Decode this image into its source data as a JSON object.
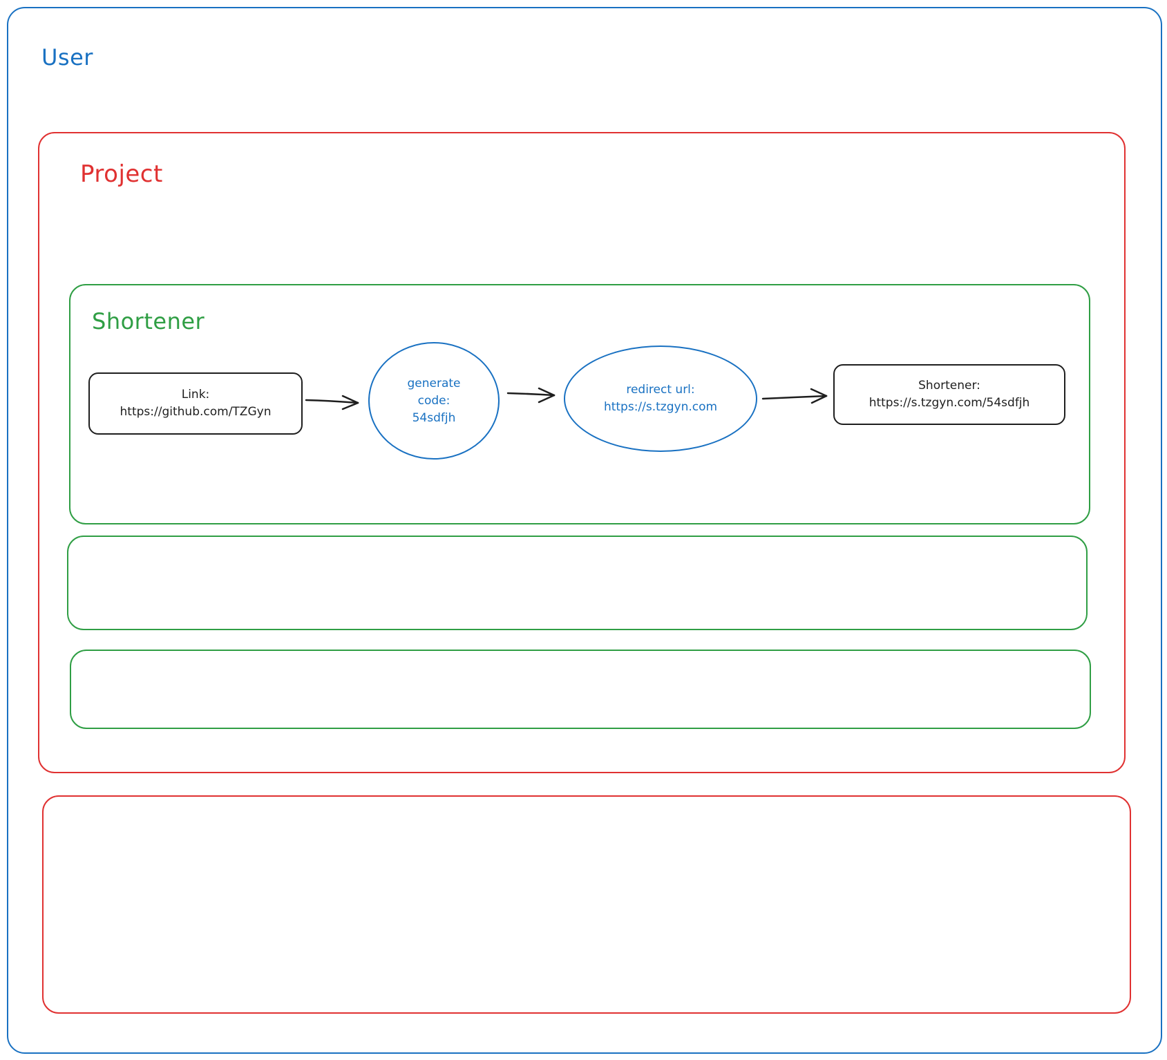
{
  "frames": {
    "user": {
      "title": "User",
      "color": "#1971c2"
    },
    "project": {
      "title": "Project",
      "color": "#e03131"
    },
    "shortener": {
      "title": "Shortener",
      "color": "#2f9e44"
    }
  },
  "nodes": {
    "link": {
      "line1": "Link:",
      "line2": "https://github.com/TZGyn"
    },
    "generate": {
      "line1": "generate",
      "line2": "code:",
      "line3": "54sdfjh"
    },
    "redirect": {
      "line1": "redirect url:",
      "line2": "https://s.tzgyn.com"
    },
    "shortened": {
      "line1": "Shortener:",
      "line2": "https://s.tzgyn.com/54sdfjh"
    }
  },
  "edges": [
    {
      "from": "link",
      "to": "generate"
    },
    {
      "from": "generate",
      "to": "redirect"
    },
    {
      "from": "redirect",
      "to": "shortened"
    }
  ]
}
